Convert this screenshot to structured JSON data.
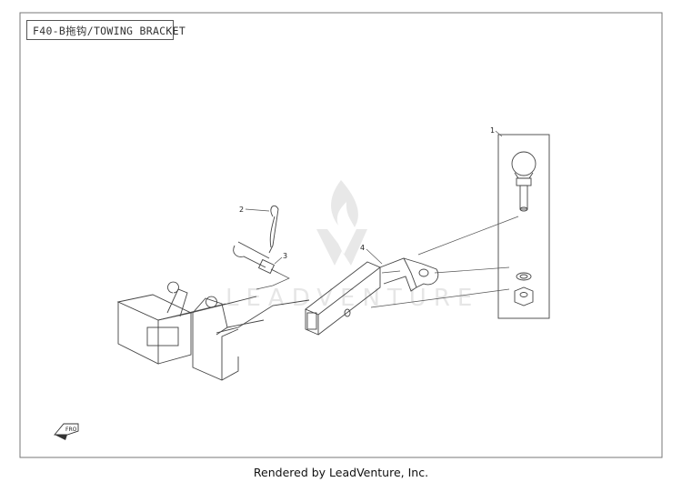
{
  "diagram": {
    "title": "F40-B拖钩/TOWING BRACKET",
    "footer": "Rendered by LeadVenture, Inc.",
    "watermark": "LEADVENTURE",
    "arrow_label": "FRO",
    "callouts": [
      {
        "id": "1"
      },
      {
        "id": "2"
      },
      {
        "id": "3"
      },
      {
        "id": "4"
      }
    ]
  }
}
